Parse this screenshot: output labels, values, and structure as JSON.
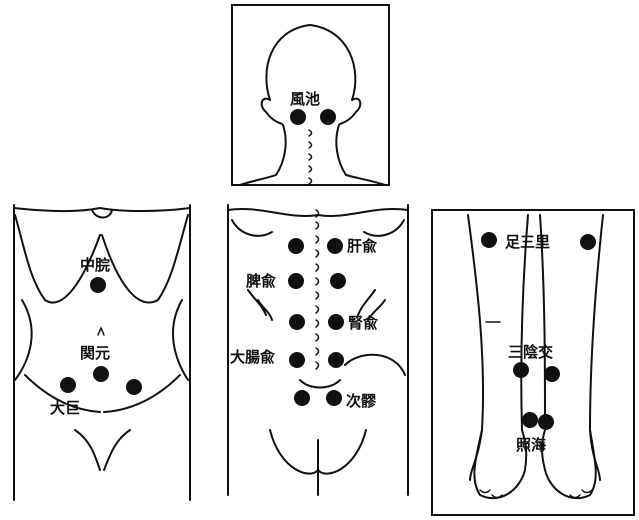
{
  "panels": {
    "head_back": {
      "labels": {
        "fengchi": "風池"
      }
    },
    "abdomen": {
      "labels": {
        "zhongwan": "中脘",
        "guanyuan": "関元",
        "daju": "大巨"
      }
    },
    "back": {
      "labels": {
        "ganshu": "肝兪",
        "pishu": "脾兪",
        "shenshu": "腎兪",
        "dachangshu": "大腸兪",
        "ciliao": "次髎"
      }
    },
    "legs": {
      "labels": {
        "zusanli": "足三里",
        "sanyinjiao": "三陰交",
        "zhaohai": "照海"
      }
    }
  },
  "colors": {
    "ink": "#111111",
    "paper": "#ffffff"
  }
}
